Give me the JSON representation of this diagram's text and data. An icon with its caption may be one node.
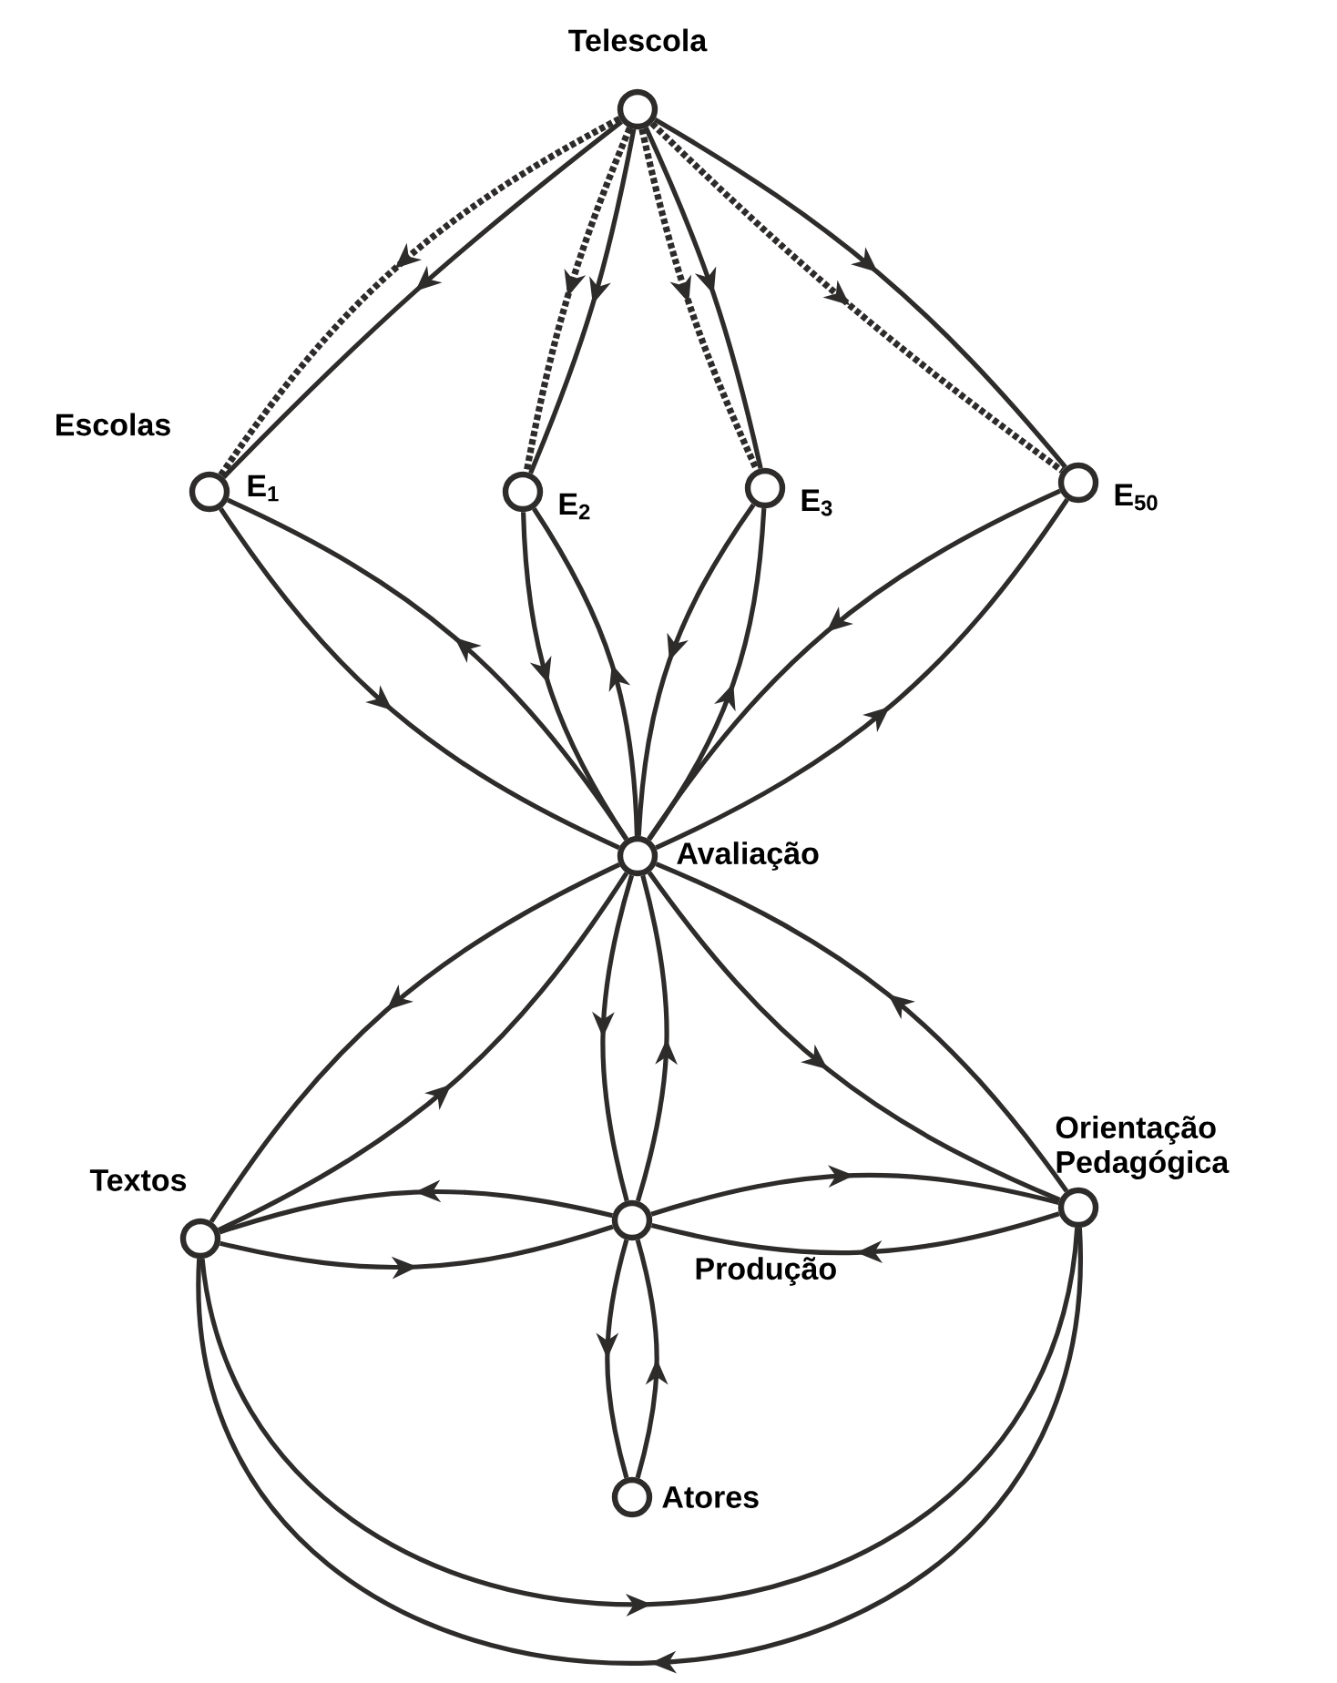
{
  "diagram": {
    "nodes": [
      {
        "text": [
          "Telescola"
        ]
      },
      {
        "text": [
          "Escolas",
          "E$_{1}$"
        ]
      },
      {
        "text": [
          "E$_{2}$"
        ]
      },
      {
        "text": [
          "E$_{3}$"
        ]
      },
      {
        "text": [
          "E$_{50}$"
        ]
      },
      {
        "text": [
          "Avaliação"
        ]
      },
      {
        "text": [
          "Textos"
        ]
      },
      {
        "text": [
          "Produção"
        ]
      },
      {
        "text": [
          "Orientação Pedagógica"
        ]
      },
      {
        "text": [
          "Atores"
        ]
      }
    ],
    "edges": [
      {
        "from": 0,
        "to": 1,
        "arrow": "to",
        "style": "dashed"
      },
      {
        "from": 0,
        "to": 1,
        "arrow": "to"
      },
      {
        "from": 0,
        "to": 2,
        "arrow": "to",
        "style": "dashed"
      },
      {
        "from": 0,
        "to": 2,
        "arrow": "to"
      },
      {
        "from": 0,
        "to": 3,
        "arrow": "to",
        "style": "dashed"
      },
      {
        "from": 0,
        "to": 3,
        "arrow": "to"
      },
      {
        "from": 0,
        "to": 4,
        "arrow": "to",
        "style": "dashed"
      },
      {
        "from": 0,
        "to": 4,
        "arrow": "to"
      },
      {
        "from": 1,
        "to": 5,
        "arrow": "to"
      },
      {
        "from": 5,
        "to": 1,
        "arrow": "to"
      },
      {
        "from": 2,
        "to": 5,
        "arrow": "to"
      },
      {
        "from": 5,
        "to": 2,
        "arrow": "to"
      },
      {
        "from": 3,
        "to": 5,
        "arrow": "to"
      },
      {
        "from": 5,
        "to": 3,
        "arrow": "to"
      },
      {
        "from": 4,
        "to": 5,
        "arrow": "to"
      },
      {
        "from": 5,
        "to": 4,
        "arrow": "to"
      },
      {
        "from": 5,
        "to": 6,
        "arrow": "to"
      },
      {
        "from": 6,
        "to": 5,
        "arrow": "to"
      },
      {
        "from": 5,
        "to": 7,
        "arrow": "to"
      },
      {
        "from": 7,
        "to": 5,
        "arrow": "to"
      },
      {
        "from": 5,
        "to": 8,
        "arrow": "to"
      },
      {
        "from": 8,
        "to": 5,
        "arrow": "to"
      },
      {
        "from": 7,
        "to": 6,
        "arrow": "to"
      },
      {
        "from": 6,
        "to": 7,
        "arrow": "to"
      },
      {
        "from": 7,
        "to": 8,
        "arrow": "to"
      },
      {
        "from": 8,
        "to": 7,
        "arrow": "to"
      },
      {
        "from": 7,
        "to": 9,
        "arrow": "to"
      },
      {
        "from": 9,
        "to": 7,
        "arrow": "to"
      },
      {
        "from": 6,
        "to": 8,
        "arrow": "to"
      },
      {
        "from": 8,
        "to": 6,
        "arrow": "to"
      }
    ]
  }
}
